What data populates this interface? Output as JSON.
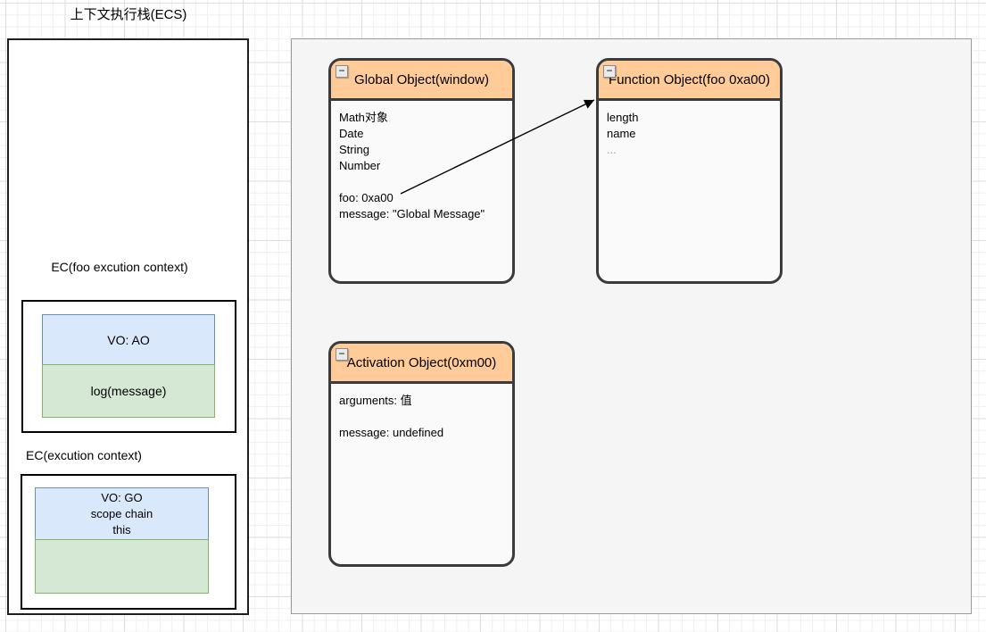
{
  "page": {
    "title": "上下文执行栈(ECS)"
  },
  "ecs": {
    "frames": [
      {
        "label": "EC(foo excution context)",
        "vo_lines": [
          "VO: AO"
        ],
        "code_lines": [
          "log(message)"
        ]
      },
      {
        "label": "EC(excution context)",
        "vo_lines": [
          "VO: GO",
          "scope chain",
          "this"
        ],
        "code_lines": []
      }
    ]
  },
  "heap": {
    "collapse_glyph": "−",
    "objects": [
      {
        "title": "Global Object(window)",
        "lines": [
          "Math对象",
          "Date",
          "String",
          "Number",
          "",
          "foo: 0xa00",
          "message: \"Global Message\""
        ]
      },
      {
        "title": "Function Object(foo 0xa00)",
        "lines": [
          "length",
          "name",
          "..."
        ]
      },
      {
        "title": "Activation Object(0xm00)",
        "lines": [
          "arguments: 值",
          "",
          "message: undefined"
        ]
      }
    ],
    "connections": [
      {
        "from": "foo: 0xa00",
        "to": "Function Object(foo 0xa00)"
      }
    ]
  },
  "colors": {
    "object_header_fill": "#ffcc99",
    "object_stroke": "#3b3b3b",
    "object_body_fill": "#fafafa",
    "panel_fill": "#f5f5f5",
    "vo_fill": "#dae8fc",
    "vo_stroke": "#6c8ebf",
    "code_fill": "#d5e8d4",
    "code_stroke": "#82b366",
    "arrow": "#000000"
  }
}
